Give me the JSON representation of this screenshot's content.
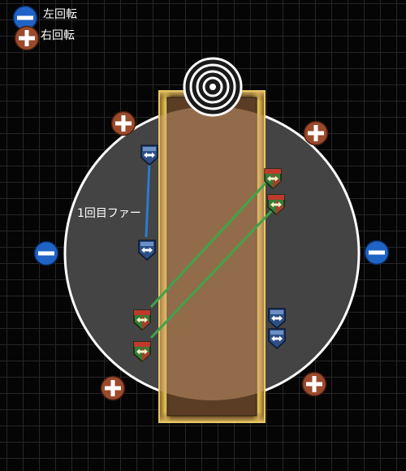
{
  "legend": {
    "rotate_left_label": "左回転",
    "rotate_right_label": "右回転"
  },
  "annotation": {
    "first_far_label": "1回目ファー"
  },
  "colors": {
    "background": "#050505",
    "grid": "#262626",
    "arena_fill": "#444444",
    "arena_stroke": "#ffffff",
    "platform_gold": "#c9a43a",
    "platform_brown": "#6a4a2e",
    "minus_blue": "#1f63c6",
    "plus_brown": "#9b4a2c",
    "marker_blue": "#3a5d9a",
    "marker_green": "#3d8a3a",
    "marker_red": "#c0392b",
    "line_blue": "#2a7bd0",
    "line_green": "#3fa34a"
  },
  "icons": {
    "rotate_left": "minus-circle-icon",
    "rotate_right": "plus-circle-icon",
    "target": "concentric-rings-icon",
    "blue_marker": "blue-arrow-shield-icon",
    "green_marker": "green-red-arrow-shield-icon"
  }
}
